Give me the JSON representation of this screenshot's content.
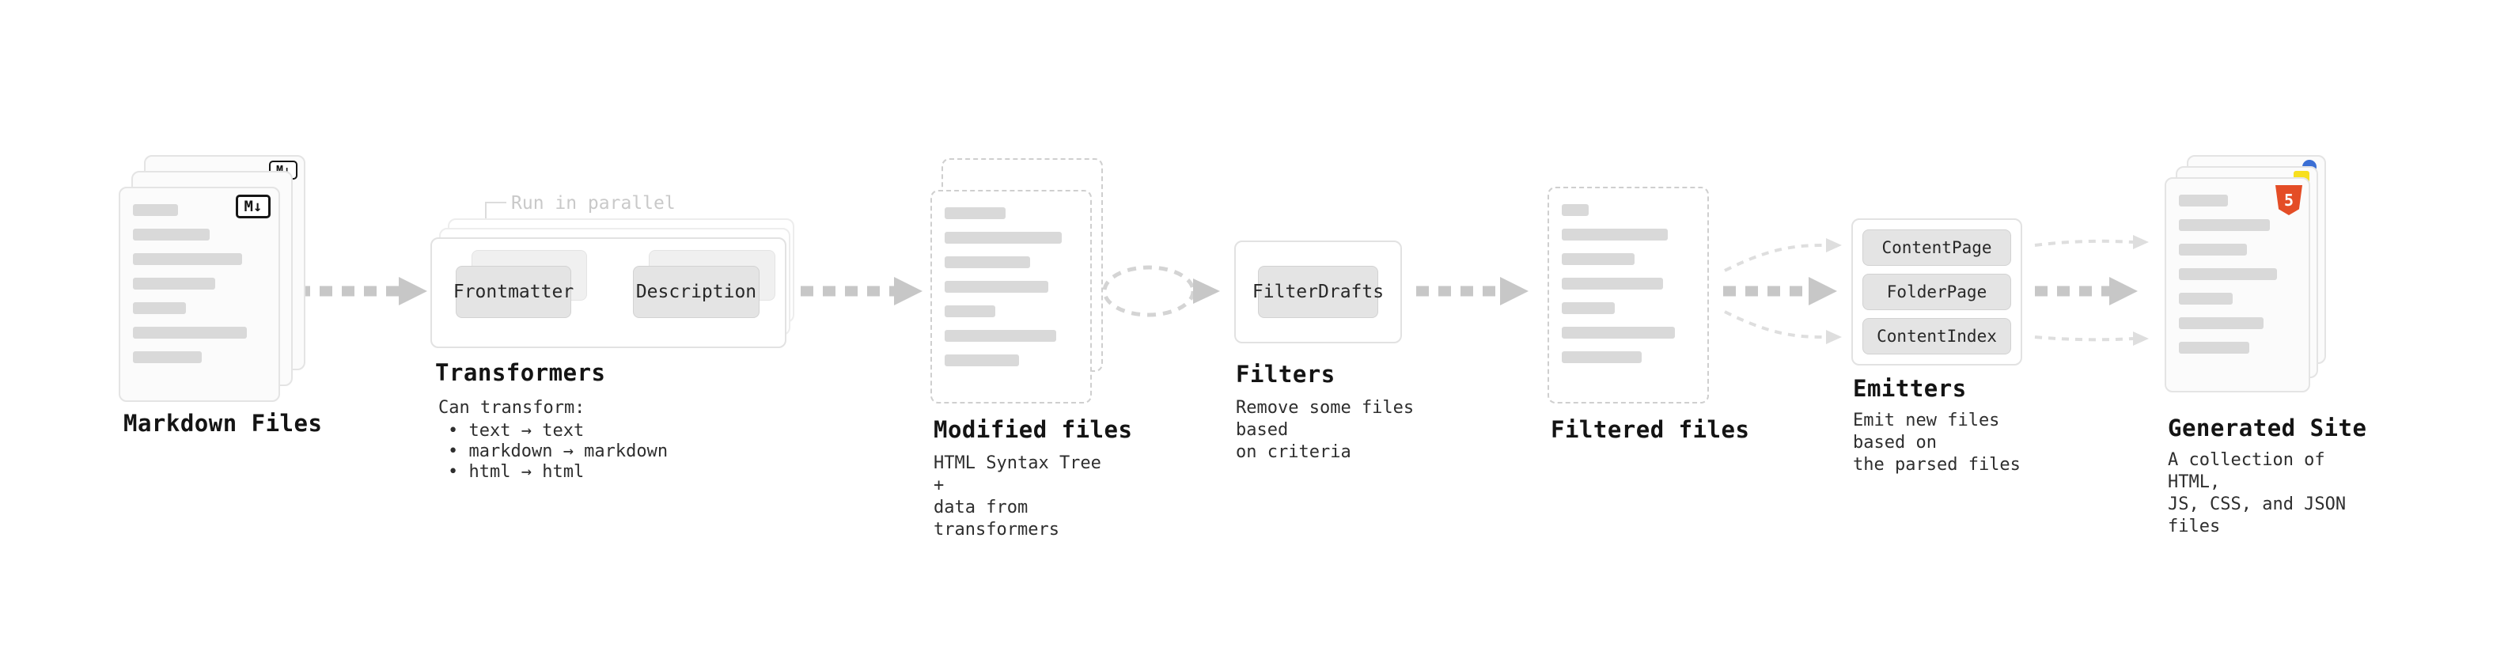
{
  "sections": {
    "markdown_files": {
      "label": "Markdown Files",
      "badge": "M↓"
    },
    "transformers": {
      "annotation": "Run in parallel",
      "button_frontmatter": "Frontmatter",
      "button_description": "Description",
      "heading": "Transformers",
      "caption_intro": "Can transform:",
      "bullets": [
        "• text → text",
        "• markdown → markdown",
        "• html → html"
      ]
    },
    "modified_files": {
      "heading": "Modified files",
      "caption": "HTML Syntax Tree +\ndata from transformers"
    },
    "filters": {
      "button": "FilterDrafts",
      "heading": "Filters",
      "caption": "Remove some files based\non criteria"
    },
    "filtered_files": {
      "heading": "Filtered files"
    },
    "emitters": {
      "buttons": [
        "ContentPage",
        "FolderPage",
        "ContentIndex"
      ],
      "heading": "Emitters",
      "caption": "Emit new files based on\nthe parsed files"
    },
    "generated_site": {
      "heading": "Generated Site",
      "caption": "A collection of HTML,\nJS, CSS, and JSON files",
      "badge": "5"
    }
  },
  "colors": {
    "arrow_main": "#c7c7c7",
    "arrow_light": "#dedede",
    "bar": "#d9d9d9",
    "html5": "#e44d26",
    "js_yellow": "#f7df1e",
    "json_blue": "#3b6fd4"
  }
}
